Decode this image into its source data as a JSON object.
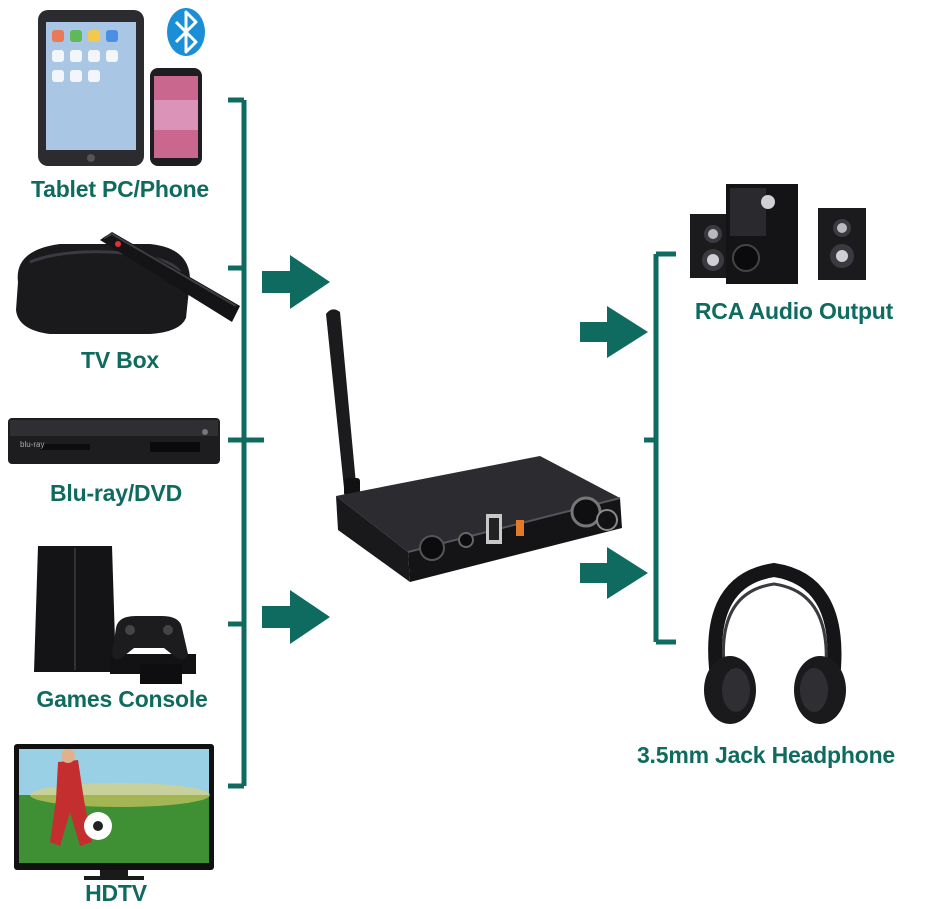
{
  "colors": {
    "accent": "#0f6b5f",
    "device_dark": "#1b1b1e",
    "background": "#ffffff"
  },
  "sources": [
    {
      "label": "Tablet PC/Phone",
      "icon": "tablet-phone-icon"
    },
    {
      "label": "TV Box",
      "icon": "tv-box-icon"
    },
    {
      "label": "Blu-ray/DVD",
      "icon": "bluray-player-icon"
    },
    {
      "label": "Games Console",
      "icon": "game-console-icon"
    },
    {
      "label": "HDTV",
      "icon": "hdtv-icon"
    }
  ],
  "receiver": {
    "icon": "bluetooth-audio-receiver-icon"
  },
  "bluetooth": {
    "icon": "bluetooth-icon"
  },
  "outputs": [
    {
      "label": "RCA Audio Output",
      "icon": "speakers-icon"
    },
    {
      "label": "3.5mm Jack Headphone",
      "icon": "headphones-icon"
    }
  ]
}
